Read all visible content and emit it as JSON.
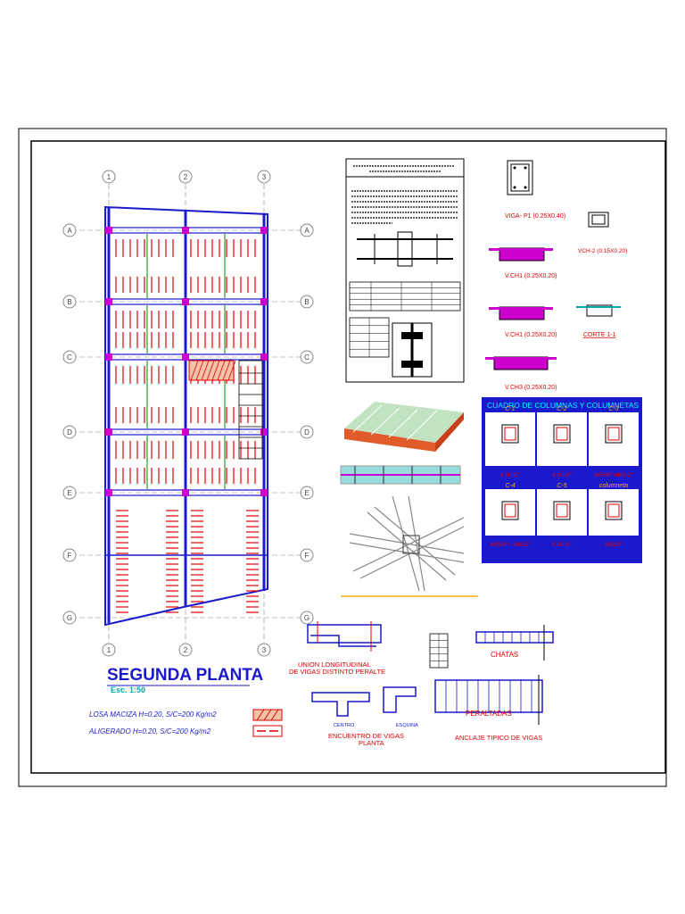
{
  "plan": {
    "title": "SEGUNDA PLANTA",
    "scale": "Esc. 1:50",
    "legend": [
      {
        "label": "LOSA MACIZA  H=0.20,  S/C=200  Kg/m2",
        "pattern": "hatch"
      },
      {
        "label": "ALIGERADO   H=0.20,  S/C=200  Kg/m2",
        "pattern": "joist"
      }
    ],
    "grid_columns": [
      "1",
      "2",
      "3"
    ],
    "grid_rows": [
      "A",
      "B",
      "C",
      "D",
      "E",
      "F",
      "G"
    ]
  },
  "beam_sections": {
    "viga_p1": "VIGA- P1 (0.25X0.40)",
    "vch2": "VCH-2 (0.15X0.20)",
    "vch1_a": "V.CH1 (0.25X0.20)",
    "vch1_b": "V.CH1 (0.25X0.20)",
    "vch3": "V.CH3 (0.25X0.20)",
    "corte": "CORTE 1-1"
  },
  "columns_table": {
    "title": "CUADRO DE COLUMNAS Y COLUMNETAS",
    "headers": [
      "C-1",
      "C-2",
      "C-3",
      "C-4",
      "C-5",
      "columneta"
    ],
    "rebar": [
      "4 Ø1/2\"",
      "6 Ø1/2\"",
      "4Ø5/8\"+4Ø1/2\"",
      "4Ø5/8\"+ 4Ø1/2\"",
      "6 Ø1/2\"",
      "6Ø1/2\""
    ]
  },
  "details": {
    "union": [
      "UNION LONGITUDINAL",
      "DE VIGAS DISTINTO PERALTE"
    ],
    "encuentro": [
      "ENCUENTRO DE VIGAS",
      "PLANTA"
    ],
    "centro": "CENTRO",
    "esquina": "ESQUINA",
    "chatas": "CHATAS",
    "peraltadas": "PERALTADAS",
    "anclaje": "ANCLAJE TIPICO DE VIGAS"
  },
  "colors": {
    "blue": "#1a1acc",
    "magenta": "#cc00cc",
    "red": "#e00000",
    "green": "#008800",
    "cyan": "#00aaaa",
    "orange": "#dd6600"
  }
}
